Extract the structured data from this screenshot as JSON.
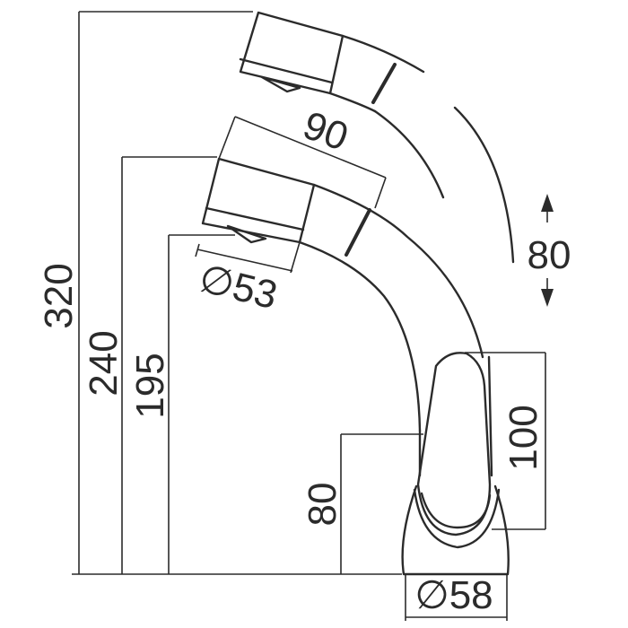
{
  "dimensions": {
    "total_height": "320",
    "height_240": "240",
    "height_195": "195",
    "spout_length": "90",
    "swivel_travel": "80",
    "body_height": "80",
    "handle_height": "100",
    "aerator_diameter": "∅53",
    "base_diameter": "∅58"
  }
}
